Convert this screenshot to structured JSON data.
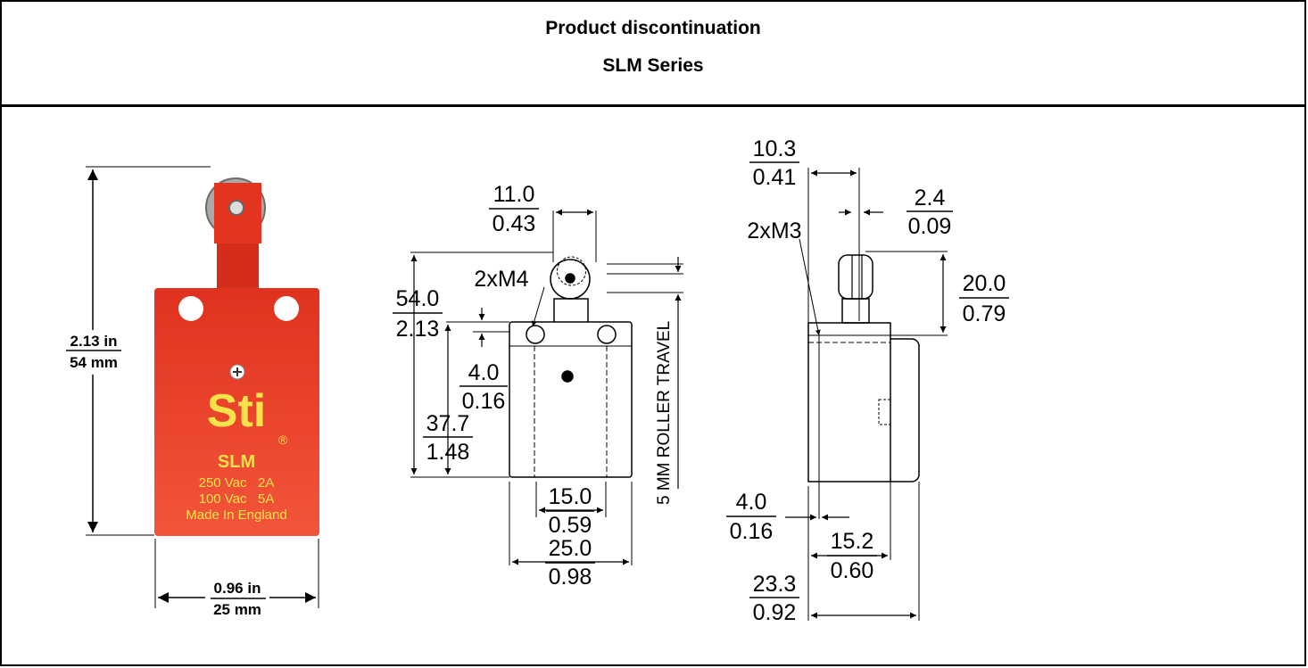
{
  "header": {
    "title": "Product discontinuation",
    "subtitle": "SLM Series"
  },
  "photo": {
    "height_in": "2.13 in",
    "height_mm": "54 mm",
    "width_in": "0.96 in",
    "width_mm": "25 mm",
    "brand": "Sti",
    "registered": "®",
    "model": "SLM",
    "rating1": "250 Vac   2A",
    "rating2": "100 Vac   5A",
    "origin": "Made In England"
  },
  "front_view": {
    "d_top_mm": "11.0",
    "d_top_in": "0.43",
    "thread": "2xM4",
    "d_height_mm": "54.0",
    "d_height_in": "2.13",
    "d_hole_mm": "4.0",
    "d_hole_in": "0.16",
    "d_body_mm": "37.7",
    "d_body_in": "1.48",
    "d_center_mm": "15.0",
    "d_center_in": "0.59",
    "d_width_mm": "25.0",
    "d_width_in": "0.98",
    "travel": "5 MM ROLLER TRAVEL"
  },
  "side_view": {
    "d_offset_mm": "10.3",
    "d_offset_in": "0.41",
    "d_roller_mm": "2.4",
    "d_roller_in": "0.09",
    "thread": "2xM3",
    "d_plunger_mm": "20.0",
    "d_plunger_in": "0.79",
    "d_edge_mm": "4.0",
    "d_edge_in": "0.16",
    "d_mount_mm": "15.2",
    "d_mount_in": "0.60",
    "d_depth_mm": "23.3",
    "d_depth_in": "0.92"
  },
  "colors": {
    "body": "#e53a2a",
    "lettering": "#f6e34a",
    "outline": "#000000"
  }
}
